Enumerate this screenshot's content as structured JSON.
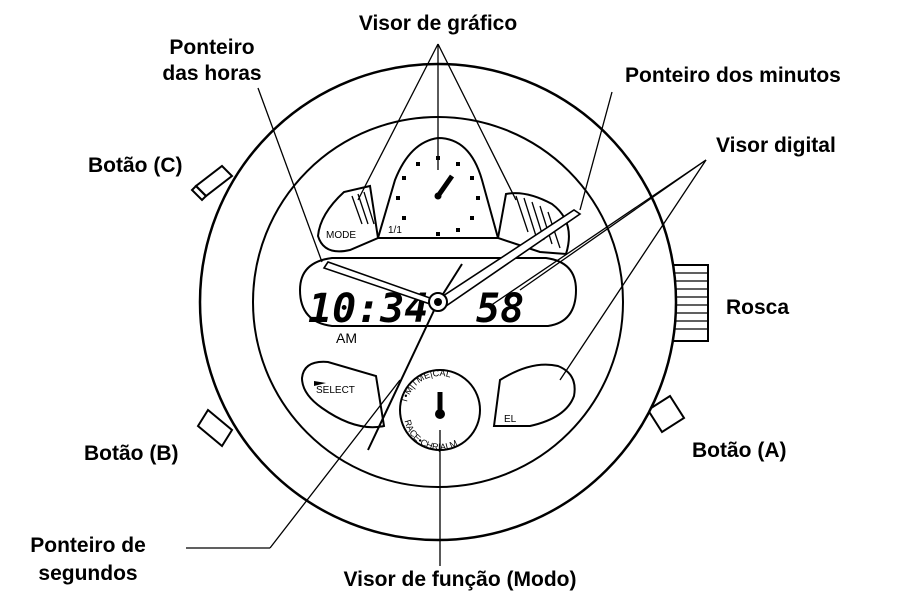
{
  "labels": {
    "graph_display": "Visor de gráfico",
    "hour_hand_1": "Ponteiro",
    "hour_hand_2": "das horas",
    "minute_hand": "Ponteiro dos minutos",
    "digital_display": "Visor digital",
    "button_c": "Botão (C)",
    "crown": "Rosca",
    "button_b": "Botão (B)",
    "button_a": "Botão (A)",
    "second_hand_1": "Ponteiro de",
    "second_hand_2": "segundos",
    "function_display": "Visor de função (Modo)"
  },
  "watch": {
    "mode_label": "MODE",
    "select_label": "SELECT",
    "el_label": "EL",
    "graph_scale": "1/1",
    "time_digits": "10:34",
    "seconds_digits": "58",
    "am_label": "AM",
    "mode_ring": {
      "top": "T•M|TME|CAL",
      "bottom": "RACE•CHR|ALM"
    }
  }
}
